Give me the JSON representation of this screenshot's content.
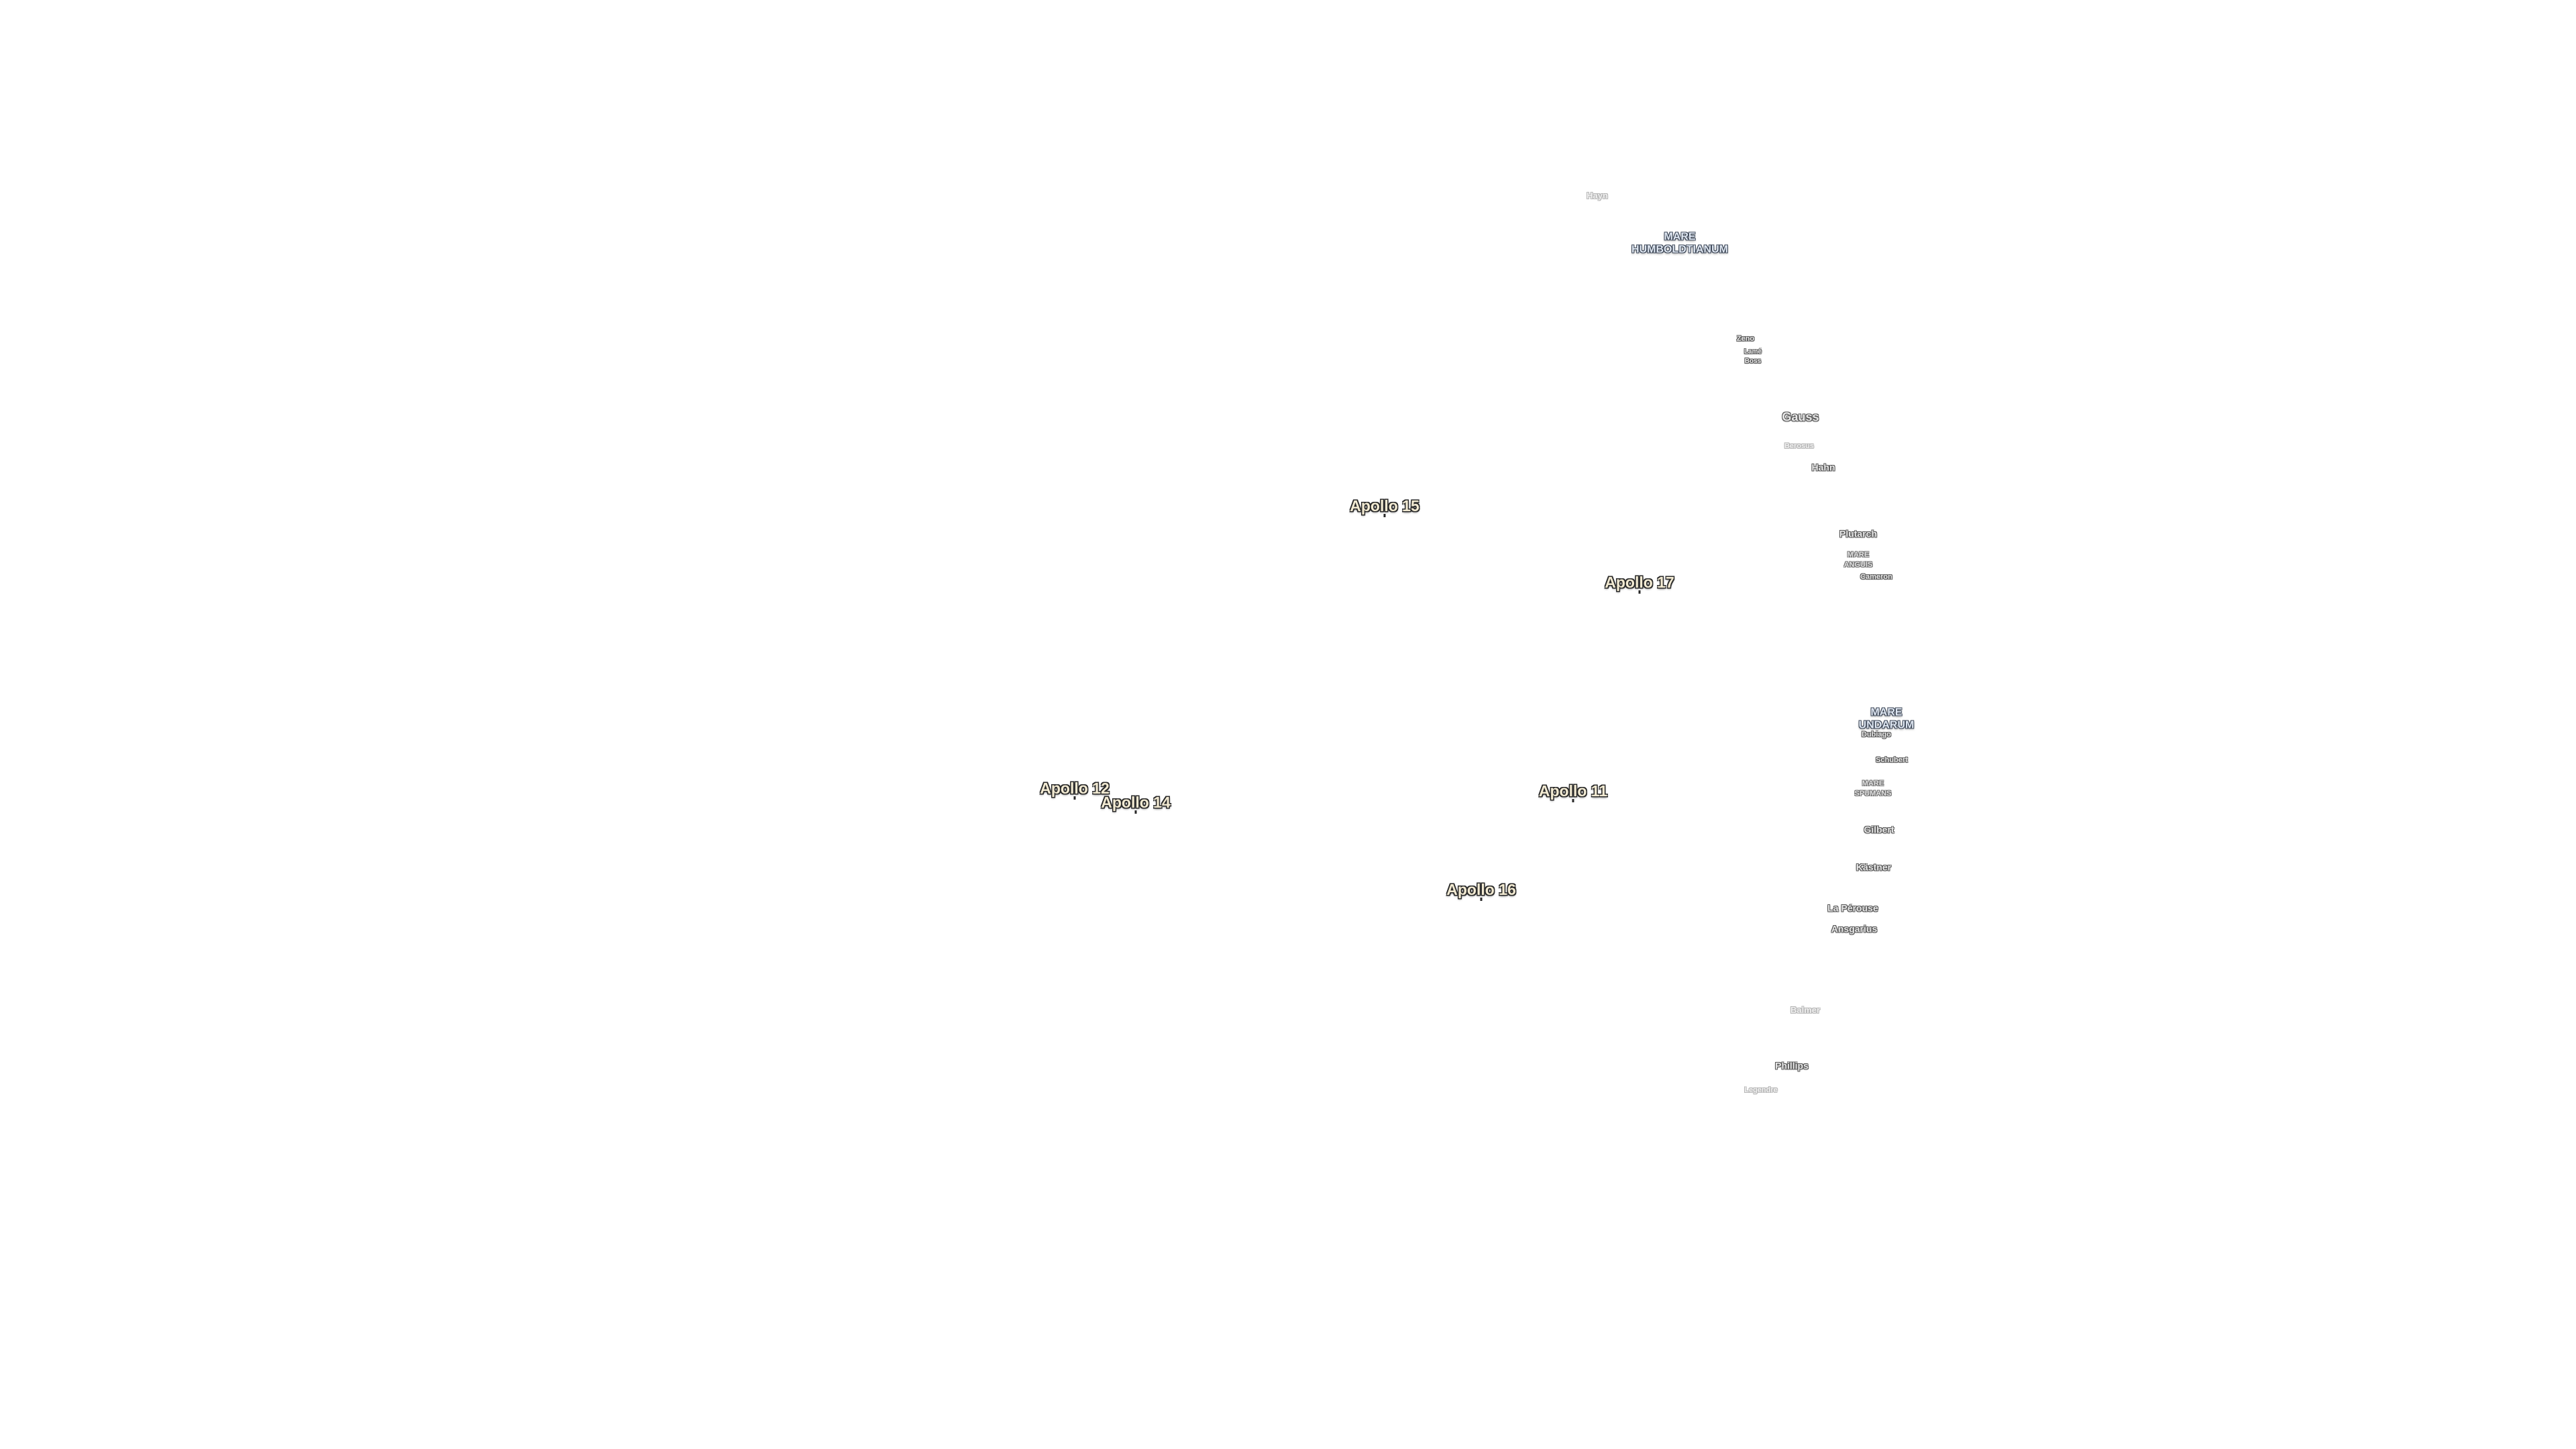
{
  "map": {
    "background": "#ffffff",
    "colors": {
      "apollo_text": "#f2ead2",
      "mare_text": "#dfe7f2",
      "crater_text": "#e8e8e8"
    },
    "maria": {
      "humboldtianum_1": "MARE",
      "humboldtianum_2": "HUMBOLDTIANUM",
      "anguis_1": "MARE",
      "anguis_2": "ANGUIS",
      "undarum_1": "MARE",
      "undarum_2": "UNDARUM",
      "spumans_1": "MARE",
      "spumans_2": "SPUMANS"
    },
    "craters": {
      "hayn": "Hayn",
      "zeno": "Zeno",
      "lamb": "Lamé",
      "boss": "Boss",
      "gauss": "Gauss",
      "berosus": "Berosus",
      "hahn": "Hahn",
      "plutarch": "Plutarch",
      "cameron": "Cameron",
      "dubiago": "Dubiago",
      "schubert": "Schubert",
      "gilbert": "Gilbert",
      "kastner": "Kästner",
      "la_perouse": "La Pérouse",
      "anagarius": "Ansgarius",
      "balmer": "Balmer",
      "phillips": "Phillips",
      "legendre": "Legendre"
    },
    "landing_sites": {
      "apollo_11": "Apollo 11",
      "apollo_12": "Apollo 12",
      "apollo_14": "Apollo 14",
      "apollo_15": "Apollo 15",
      "apollo_16": "Apollo 16",
      "apollo_17": "Apollo 17"
    }
  }
}
